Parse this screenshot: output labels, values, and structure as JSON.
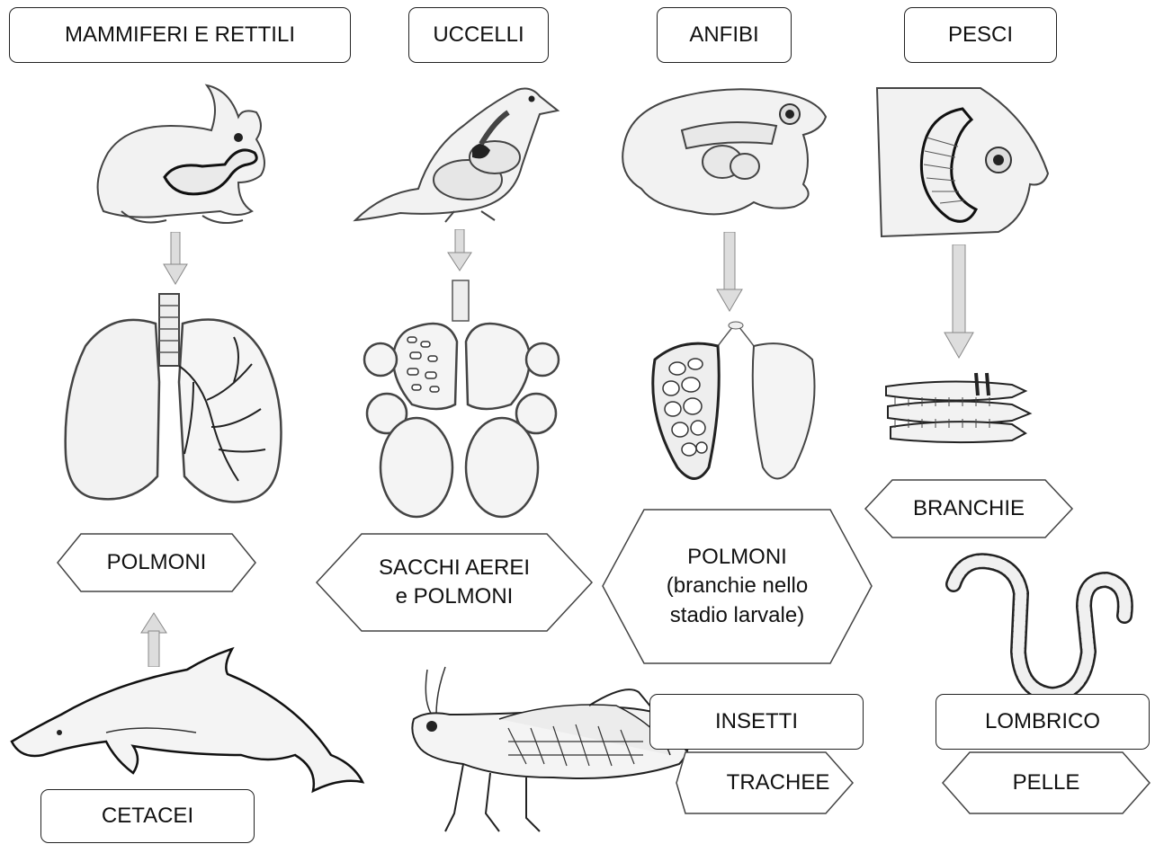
{
  "headers": {
    "mammals": "MAMMIFERI E RETTILI",
    "birds": "UCCELLI",
    "amphibians": "ANFIBI",
    "fish": "PESCI"
  },
  "organs": {
    "mammals": "POLMONI",
    "birds": "SACCHI AEREI\ne POLMONI",
    "amphibians": "POLMONI\n(branchie nello\nstadio larvale)",
    "fish": "BRANCHIE",
    "insects": "TRACHEE",
    "worm": "PELLE"
  },
  "others": {
    "cetaceans": "CETACEI",
    "insects": "INSETTI",
    "worm": "LOMBRICO"
  }
}
